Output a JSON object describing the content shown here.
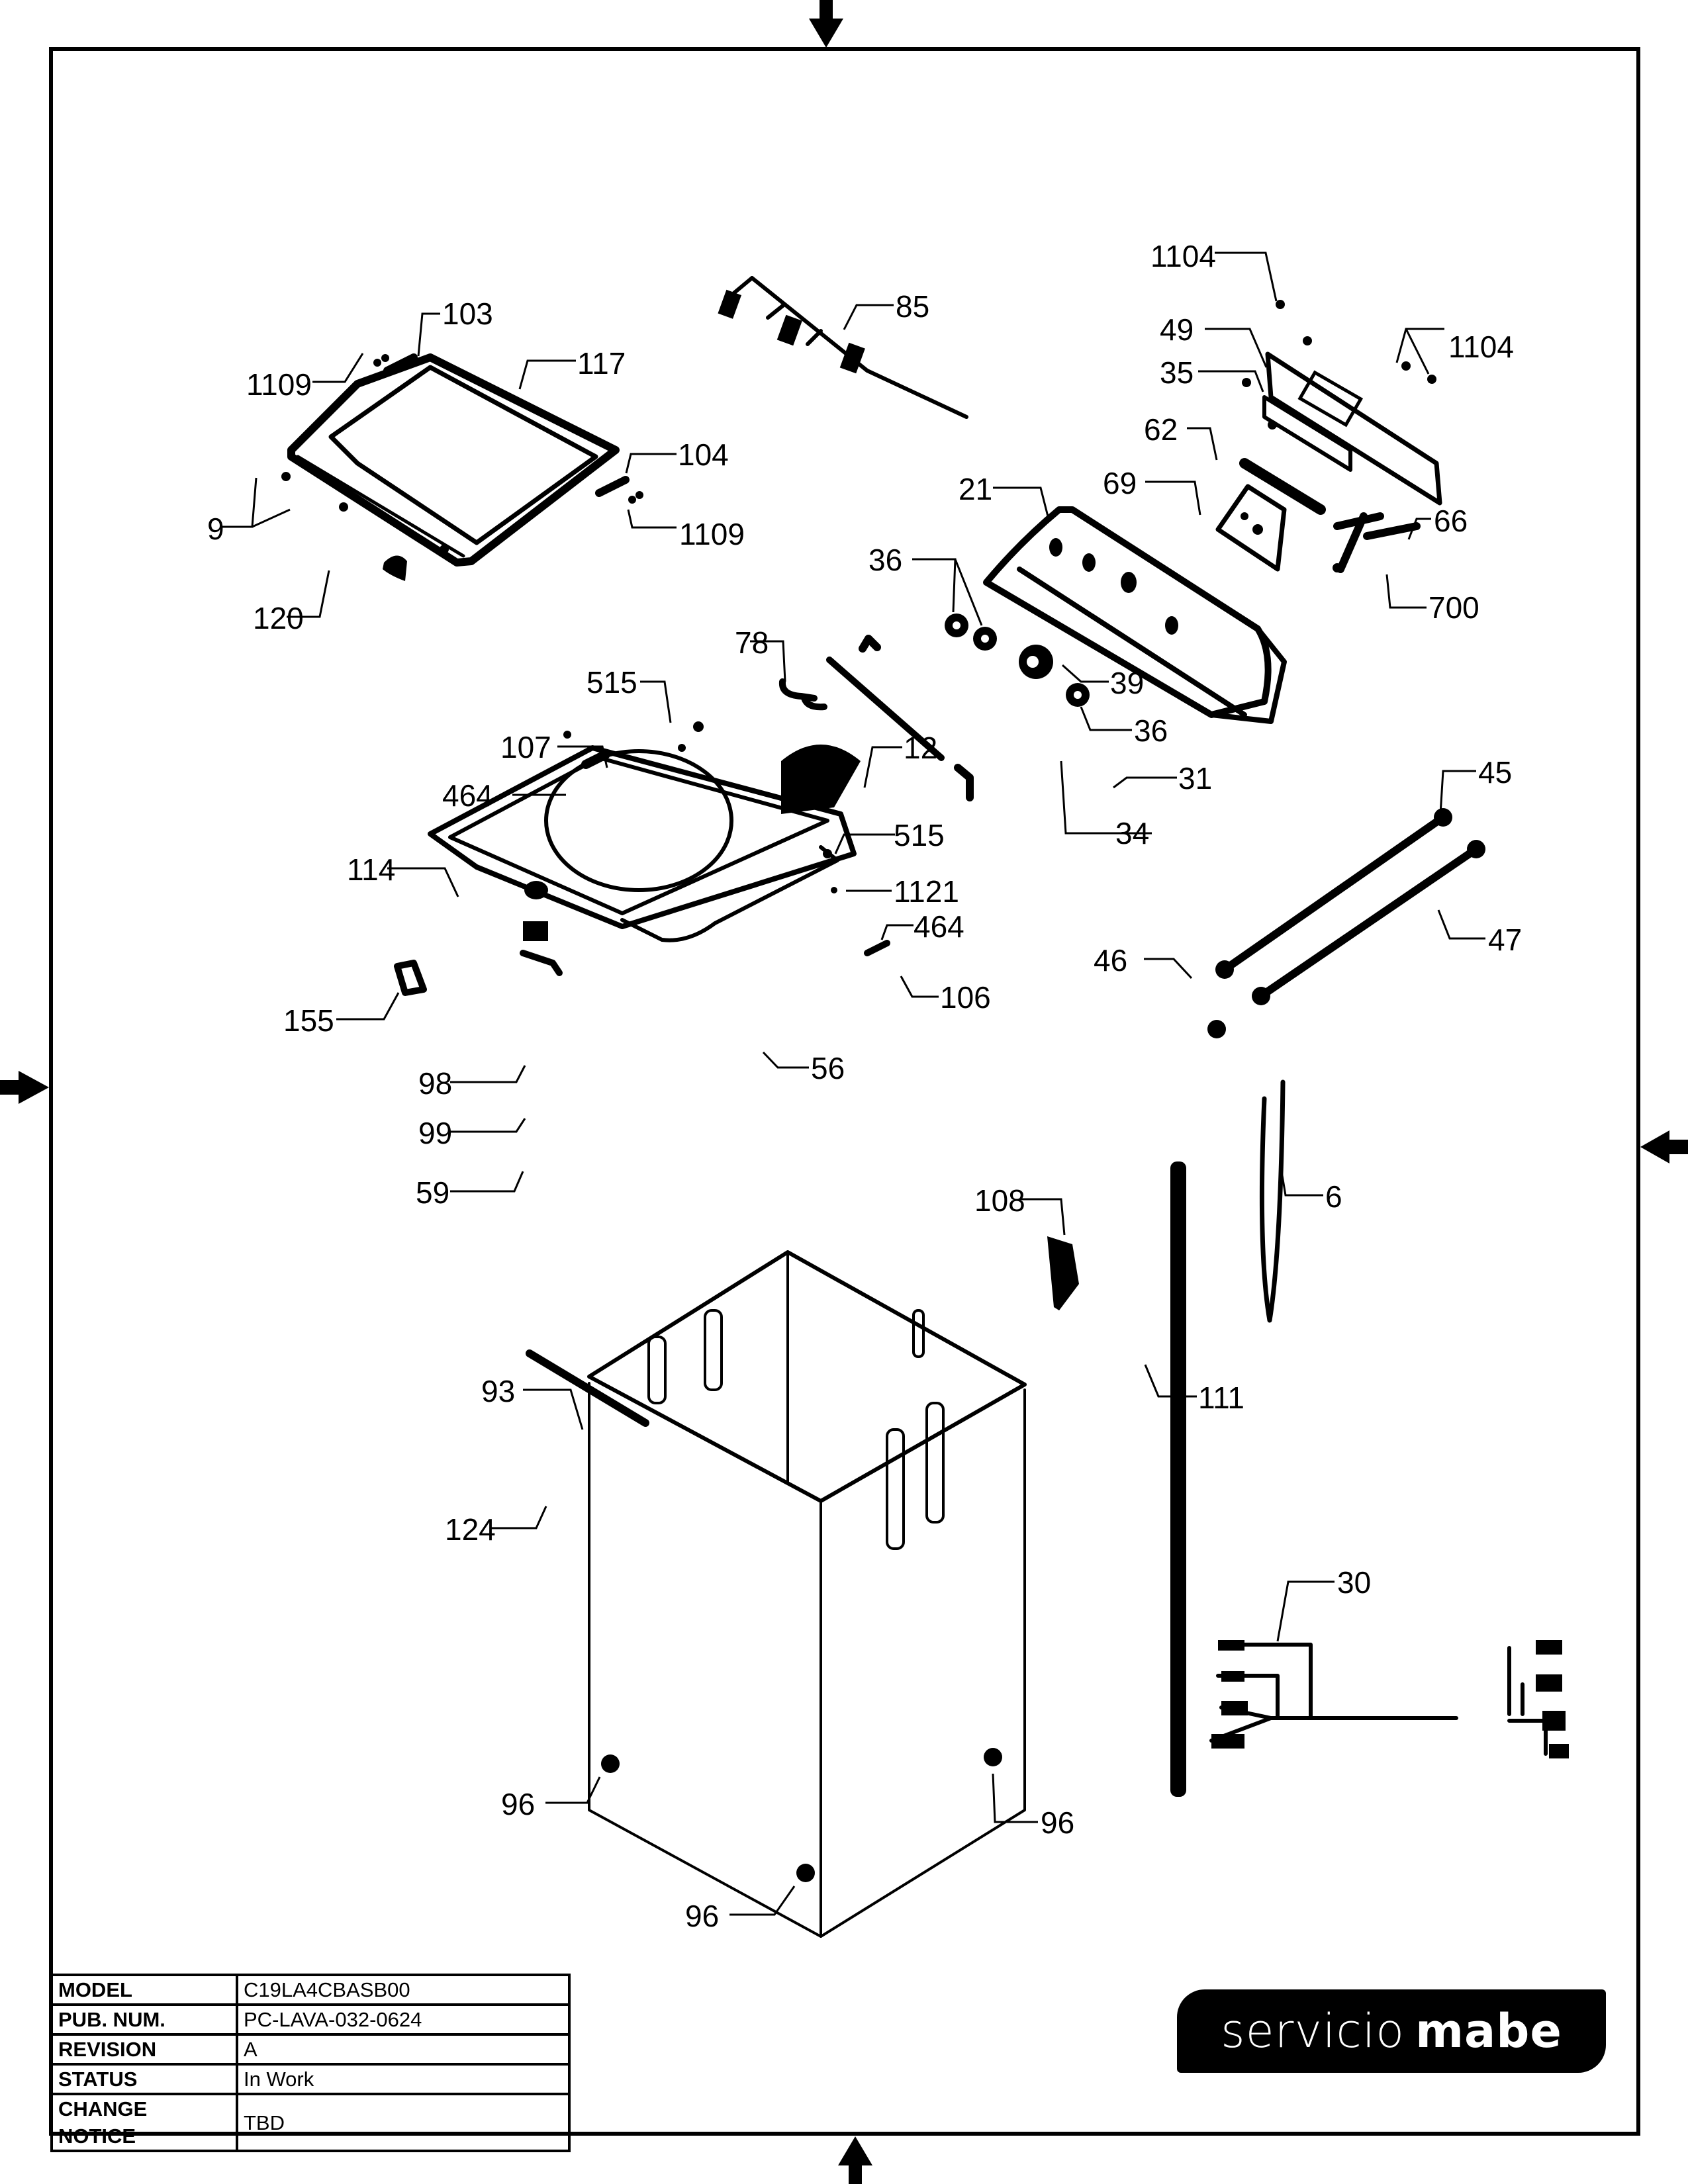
{
  "document": {
    "type": "exploded parts diagram",
    "subject": "top-load washer cabinet, top and control panel"
  },
  "title_block": {
    "rows": [
      {
        "key": "MODEL",
        "value": "C19LA4CBASB00"
      },
      {
        "key": "PUB. NUM.",
        "value": "PC-LAVA-032-0624"
      },
      {
        "key": "REVISION",
        "value": "A"
      },
      {
        "key": "STATUS",
        "value": "In Work"
      },
      {
        "key": "CHANGE NOTICE",
        "value": "TBD"
      }
    ]
  },
  "logo": {
    "part1": "servicio",
    "part2": "mabe"
  },
  "border_arrows": [
    "arrow-down-top",
    "arrow-right-left",
    "arrow-left-right",
    "arrow-up-bottom"
  ],
  "part_labels": {
    "p1104a": "1104",
    "p49": "49",
    "p1104b": "1104",
    "p35": "35",
    "p62": "62",
    "p69": "69",
    "p21": "21",
    "p66": "66",
    "p700": "700",
    "p85": "85",
    "p103": "103",
    "p1109a": "1109",
    "p117": "117",
    "p104": "104",
    "p1109b": "1109",
    "p9": "9",
    "p120": "120",
    "p36a": "36",
    "p39": "39",
    "p36b": "36",
    "p78": "78",
    "p515a": "515",
    "p107": "107",
    "p464a": "464",
    "p12": "12",
    "p31": "31",
    "p34": "34",
    "p515b": "515",
    "p1121": "1121",
    "p464b": "464",
    "p114": "114",
    "p106": "106",
    "p155": "155",
    "p56": "56",
    "p98": "98",
    "p99": "99",
    "p59": "59",
    "p45": "45",
    "p47": "47",
    "p46": "46",
    "p6": "6",
    "p108": "108",
    "p111": "111",
    "p93": "93",
    "p124": "124",
    "p30": "30",
    "p96a": "96",
    "p96b": "96",
    "p96c": "96"
  }
}
